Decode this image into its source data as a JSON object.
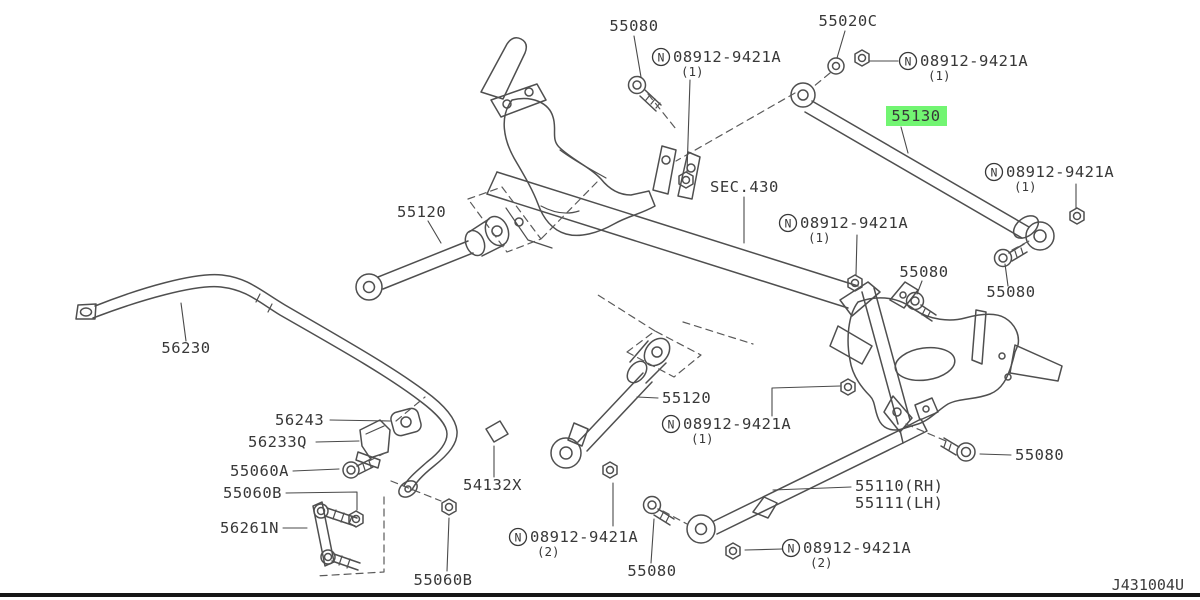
{
  "diagram": {
    "drawing_code": "J431004U",
    "highlight_color": "#72f572",
    "line_color": "#4f4f4f",
    "text_color": "#383838",
    "labels": [
      {
        "id": "55080-top",
        "text": "55080"
      },
      {
        "id": "55020C",
        "text": "55020C"
      },
      {
        "id": "nut-top-center",
        "prefix": "N",
        "text": "08912-9421A",
        "qty": "(1)"
      },
      {
        "id": "nut-top-right",
        "prefix": "N",
        "text": "08912-9421A",
        "qty": "(1)"
      },
      {
        "id": "55130",
        "text": "55130",
        "highlighted": true
      },
      {
        "id": "nut-right",
        "prefix": "N",
        "text": "08912-9421A",
        "qty": "(1)"
      },
      {
        "id": "sec-430",
        "text": "SEC.430"
      },
      {
        "id": "nut-mid",
        "prefix": "N",
        "text": "08912-9421A",
        "qty": "(1)"
      },
      {
        "id": "55120-upper",
        "text": "55120"
      },
      {
        "id": "55080-mid",
        "text": "55080"
      },
      {
        "id": "55080-right",
        "text": "55080"
      },
      {
        "id": "56230",
        "text": "56230"
      },
      {
        "id": "55120-lower",
        "text": "55120"
      },
      {
        "id": "nut-lower-center",
        "prefix": "N",
        "text": "08912-9421A",
        "qty": "(1)"
      },
      {
        "id": "56243",
        "text": "56243"
      },
      {
        "id": "56233Q",
        "text": "56233Q"
      },
      {
        "id": "55060A",
        "text": "55060A"
      },
      {
        "id": "55060B-left",
        "text": "55060B"
      },
      {
        "id": "56261N",
        "text": "56261N"
      },
      {
        "id": "54132X",
        "text": "54132X"
      },
      {
        "id": "nut-bottom-center",
        "prefix": "N",
        "text": "08912-9421A",
        "qty": "(2)"
      },
      {
        "id": "55080-bottom",
        "text": "55080"
      },
      {
        "id": "55060B-bottom",
        "text": "55060B"
      },
      {
        "id": "55110-55111",
        "line1": "55110(RH)",
        "line2": "55111(LH)"
      },
      {
        "id": "nut-bottom-right",
        "prefix": "N",
        "text": "08912-9421A",
        "qty": "(2)"
      },
      {
        "id": "55080-lower-right",
        "text": "55080"
      },
      {
        "id": "drawing-code",
        "text": "J431004U"
      }
    ]
  }
}
